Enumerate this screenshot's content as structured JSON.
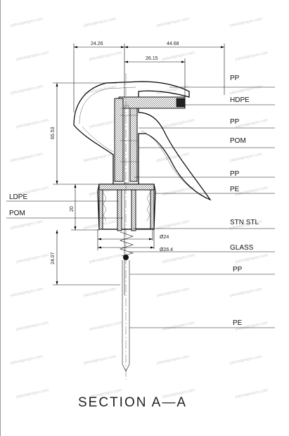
{
  "title": "SECTION A—A",
  "dimensions": [
    {
      "id": "w-left",
      "text": "24.26"
    },
    {
      "id": "w-right",
      "text": "44.68"
    },
    {
      "id": "w-mid",
      "text": "26.15"
    },
    {
      "id": "h-total",
      "text": "65.53"
    },
    {
      "id": "h-cap",
      "text": "20"
    },
    {
      "id": "h-tube",
      "text": "24.07"
    },
    {
      "id": "dia-inner",
      "text": "Ø24"
    },
    {
      "id": "dia-outer",
      "text": "Ø26.4"
    }
  ],
  "materials": {
    "right": [
      "PP",
      "HDPE",
      "PP",
      "POM",
      "PP",
      "PE",
      "STN STL",
      "GLASS",
      "PP",
      "PE"
    ],
    "left": [
      "LDPE",
      "POM"
    ]
  },
  "watermark": "yatuosprayer.com"
}
